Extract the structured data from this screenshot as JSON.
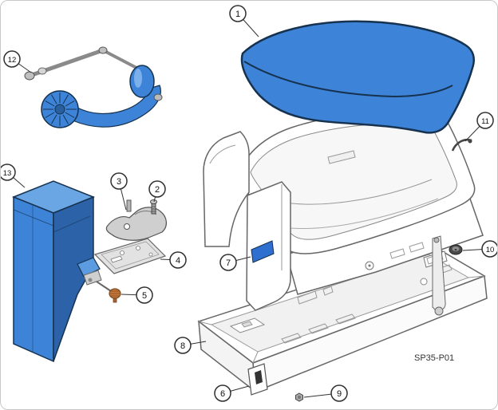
{
  "diagram": {
    "part_code": "SP35-P01",
    "colors": {
      "highlight_blue": "#3d84d8",
      "outline_navy": "#16324f",
      "lineart_gray": "#666666"
    },
    "callouts": [
      {
        "label": "1"
      },
      {
        "label": "2"
      },
      {
        "label": "3"
      },
      {
        "label": "4"
      },
      {
        "label": "5"
      },
      {
        "label": "6"
      },
      {
        "label": "7"
      },
      {
        "label": "8"
      },
      {
        "label": "9"
      },
      {
        "label": "10"
      },
      {
        "label": "11"
      },
      {
        "label": "12"
      },
      {
        "label": "13"
      }
    ]
  }
}
